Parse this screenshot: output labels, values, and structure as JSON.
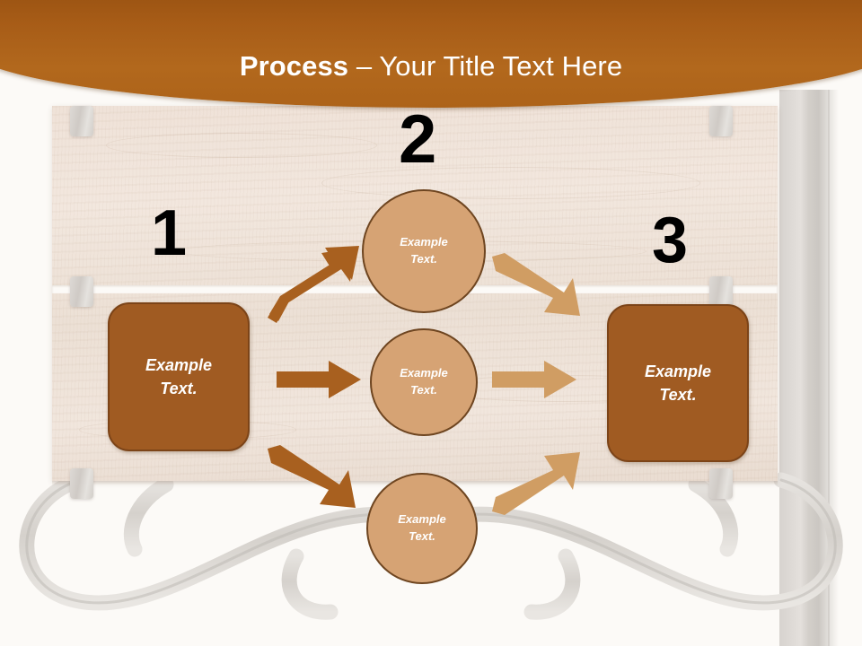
{
  "slide": {
    "background_color": "#FCFAF7",
    "header": {
      "title_bold": "Process",
      "title_rest": " – Your Title Text Here",
      "full_title": "Process – Your Title Text Here",
      "background_color": "#A75C17",
      "text_color": "#FFFFFF"
    }
  },
  "palette": {
    "dark_brown": "#A05B22",
    "dark_brown_border": "#7C4418",
    "light_tan": "#D6A374",
    "light_tan_border": "#6E4520",
    "arrow_dark": "#A8601F",
    "arrow_light": "#D09D63",
    "board_wood": "#EFE2D8",
    "metal_gray": "#D7D3CF",
    "number_color": "#000000"
  },
  "diagram": {
    "type": "process-flow",
    "steps": [
      {
        "number": "1",
        "shape": "rounded-rectangle",
        "label_line1": "Example",
        "label_line2": "Text."
      },
      {
        "number": "2",
        "shape": "circle",
        "label_line1": "Example",
        "label_line2": "Text."
      },
      {
        "number": "3",
        "shape": "rounded-rectangle",
        "label_line1": "Example",
        "label_line2": "Text."
      }
    ],
    "middle_nodes": [
      {
        "id": "top",
        "label_line1": "Example",
        "label_line2": "Text."
      },
      {
        "id": "center",
        "label_line1": "Example",
        "label_line2": "Text."
      },
      {
        "id": "bottom",
        "label_line1": "Example",
        "label_line2": "Text."
      }
    ],
    "arrows": [
      {
        "id": "left-to-top",
        "direction": "up-right",
        "color": "#A8601F"
      },
      {
        "id": "left-to-center",
        "direction": "right",
        "color": "#A8601F"
      },
      {
        "id": "left-to-bottom",
        "direction": "down-right",
        "color": "#A8601F"
      },
      {
        "id": "top-to-right",
        "direction": "down-right",
        "color": "#D09D63"
      },
      {
        "id": "center-to-right",
        "direction": "right",
        "color": "#D09D63"
      },
      {
        "id": "bottom-to-right",
        "direction": "up-right",
        "color": "#D09D63"
      }
    ]
  }
}
